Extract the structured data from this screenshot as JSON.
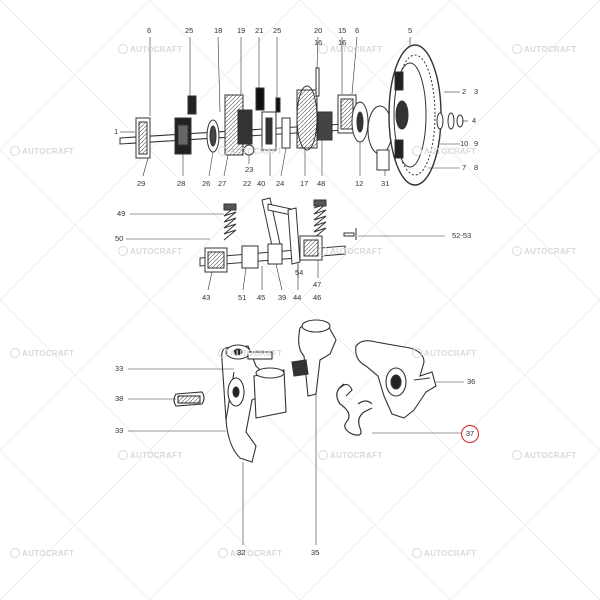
{
  "watermark": {
    "brand": "AUTOCRAFT"
  },
  "highlight": {
    "part": "37",
    "color": "#e02020"
  },
  "colors": {
    "lines": "#333333",
    "grid": "#e6e6e6",
    "watermark": "#d8d8d8"
  },
  "labels": {
    "top": {
      "l6a": "6",
      "l25a": "25",
      "l18": "18",
      "l19": "19",
      "l21": "21",
      "l25b": "25",
      "l20": "20",
      "l15": "15",
      "l16a": "16",
      "l16b": "16",
      "l6b": "6",
      "l5": "5"
    },
    "right": {
      "l2": "2",
      "l3": "3",
      "l4": "4",
      "l10": "10",
      "l9": "9",
      "l7": "7",
      "l8": "8"
    },
    "left": {
      "l1": "1"
    },
    "middle": {
      "l23": "23",
      "l29": "29",
      "l28": "28",
      "l26": "26",
      "l27": "27",
      "l22": "22",
      "l40": "40",
      "l24": "24",
      "l17": "17",
      "l48": "48",
      "l12": "12",
      "l31": "31"
    },
    "lower_assembly": {
      "l49": "49",
      "l50": "50",
      "l5253": "52-53",
      "l54": "54",
      "l47": "47",
      "l46": "46",
      "l43": "43",
      "l51": "51",
      "l45": "45",
      "l39": "39",
      "l44": "44"
    },
    "bottom": {
      "l33a": "33",
      "l38": "38",
      "l33b": "33",
      "l36": "36",
      "l37": "37",
      "l32": "32",
      "l35": "35"
    }
  }
}
